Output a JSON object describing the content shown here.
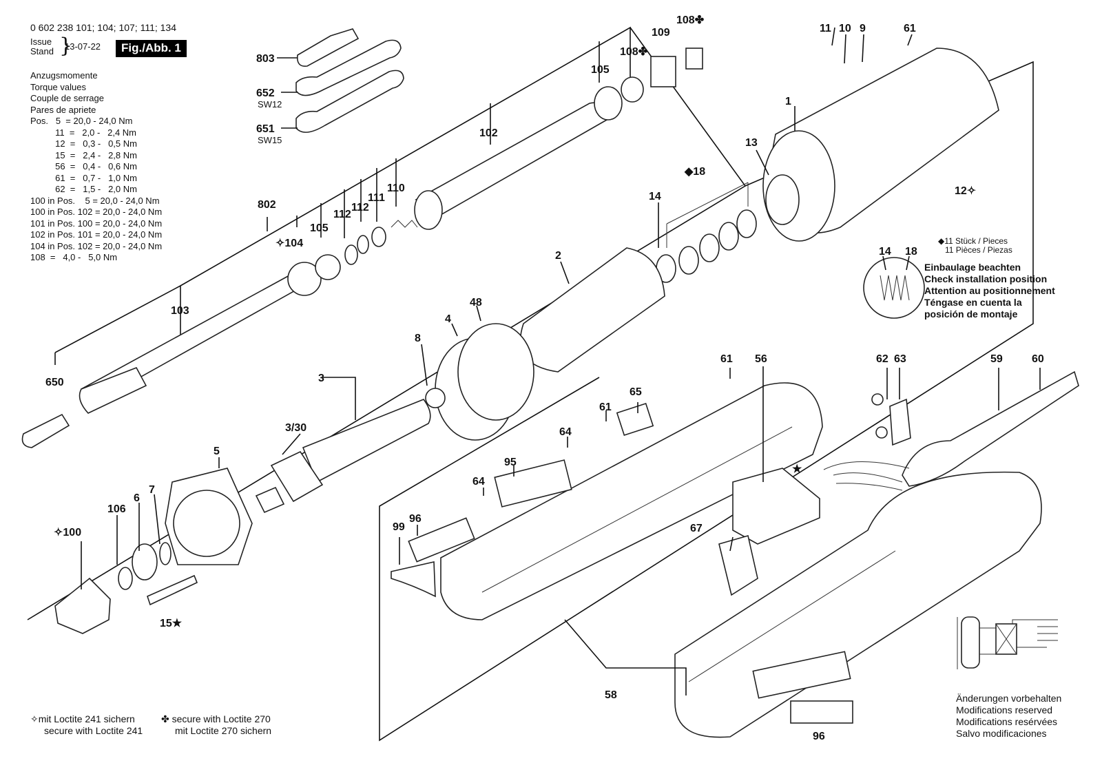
{
  "header": {
    "part_numbers": "0 602 238 101; 104; 107; 111; 134",
    "issue_label": "Issue",
    "stand_label": "Stand",
    "issue_date": "13-07-22",
    "figure_label": "Fig./Abb. 1"
  },
  "torque": {
    "titles": [
      "Anzugsmomente",
      "Torque values",
      "Couple de serrage",
      "Pares de apriete"
    ],
    "rows": [
      "Pos.   5  = 20,0 - 24,0 Nm",
      "          11  =   2,0 -   2,4 Nm",
      "          12  =   0,3 -   0,5 Nm",
      "          15  =   2,4 -   2,8 Nm",
      "          56  =   0,4 -   0,6 Nm",
      "          61  =   0,7 -   1,0 Nm",
      "          62  =   1,5 -   2,0 Nm",
      "100 in Pos.    5 = 20,0 - 24,0 Nm",
      "100 in Pos. 102 = 20,0 - 24,0 Nm",
      "101 in Pos. 100 = 20,0 - 24,0 Nm",
      "102 in Pos. 101 = 20,0 - 24,0 Nm",
      "104 in Pos. 102 = 20,0 - 24,0 Nm",
      "108  =   4,0 -   5,0 Nm"
    ]
  },
  "pieces_note": [
    "◆11 Stück / Pieces",
    "11 Pièces / Piezas"
  ],
  "install_note": [
    "Einbaulage beachten",
    "Check installation position",
    "Attention au positionnement",
    "Téngase en cuenta la",
    "posición de montaje"
  ],
  "modifications": [
    "Änderungen vorbehalten",
    "Modifications reserved",
    "Modifications resérvées",
    "Salvo modificaciones"
  ],
  "footnote_left": [
    "✧mit Loctite 241 sichern",
    "secure with Loctite 241"
  ],
  "footnote_right": [
    "✤ secure with Loctite 270",
    "mit Loctite 270 sichern"
  ],
  "part_labels": {
    "p803": "803",
    "p652": "652",
    "sw12": "SW12",
    "p651": "651",
    "sw15": "SW15",
    "p802": "802",
    "p104": "✧104",
    "p105a": "105",
    "p112a": "112",
    "p112b": "112",
    "p111": "111",
    "p110": "110",
    "p102": "102",
    "p105b": "105",
    "p108a": "108✤",
    "p109": "109",
    "p108b": "108✤",
    "p103": "103",
    "p650": "650",
    "p11": "11",
    "p10": "10",
    "p9": "9",
    "p61a": "61",
    "p1": "1",
    "p13": "13",
    "p18": "◆18",
    "p14": "14",
    "p12": "12✧",
    "p14b": "14",
    "p18b": "18",
    "p2": "2",
    "p48": "48",
    "p4": "4",
    "p8": "8",
    "p3": "3",
    "p330": "3/30",
    "p5": "5",
    "p100": "✧100",
    "p106": "106",
    "p6": "6",
    "p7": "7",
    "p15": "15★",
    "p61b": "61",
    "p56": "56",
    "p62": "62",
    "p63": "63",
    "p59": "59",
    "p60": "60",
    "p65": "65",
    "p61c": "61",
    "p64a": "64",
    "p95": "95",
    "p64b": "64",
    "p99": "99",
    "p96a": "96",
    "p67": "67",
    "p58": "58",
    "p96b": "96",
    "star": "★"
  }
}
